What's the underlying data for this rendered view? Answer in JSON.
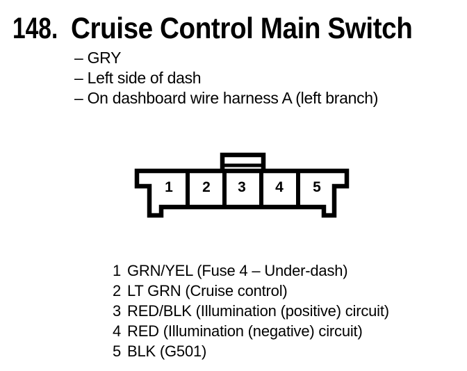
{
  "page": {
    "item_number": "148.",
    "title": "Cruise Control Main Switch",
    "notes": [
      "– GRY",
      "– Left side of dash",
      "– On dashboard wire harness A (left branch)"
    ]
  },
  "connector": {
    "pins": [
      "1",
      "2",
      "3",
      "4",
      "5"
    ]
  },
  "pin_table": [
    {
      "pin": "1",
      "desc": "GRN/YEL (Fuse 4 – Under-dash)"
    },
    {
      "pin": "2",
      "desc": "LT GRN (Cruise control)"
    },
    {
      "pin": "3",
      "desc": "RED/BLK (Illumination (positive) circuit)"
    },
    {
      "pin": "4",
      "desc": "RED (Illumination (negative) circuit)"
    },
    {
      "pin": "5",
      "desc": "BLK (G501)"
    }
  ],
  "colors": {
    "ink": "#000000",
    "paper": "#ffffff"
  }
}
